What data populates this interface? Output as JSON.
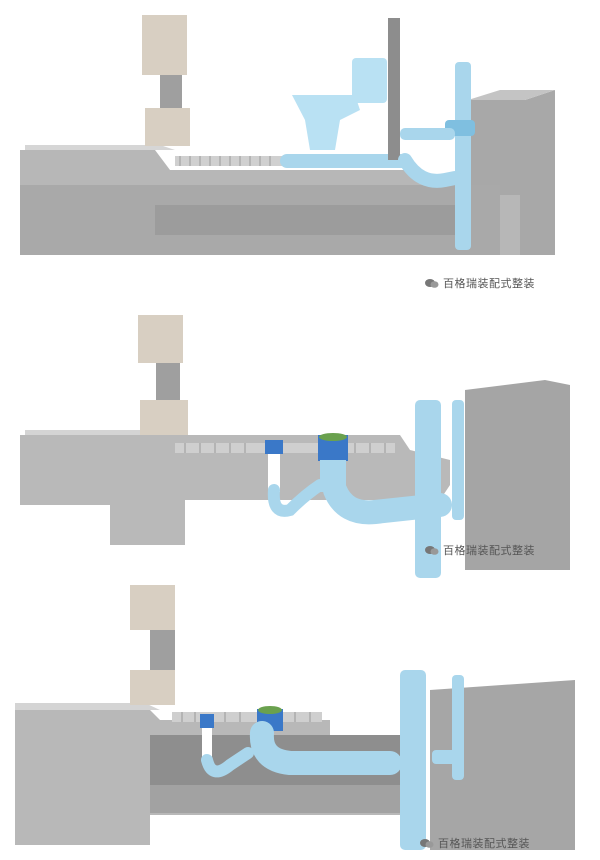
{
  "image_description_labels": {
    "watermark_text": "百格瑞装配式整装",
    "watermark_icon": "wechat-icon"
  },
  "colors": {
    "concrete_light": "#c9c9c9",
    "concrete_mid": "#b5b5b5",
    "concrete_dark": "#9a9a9a",
    "pipe_blue": "#a9d6ec",
    "pipe_blue_dark": "#7fbfe0",
    "column_beige": "#d8cfc2",
    "drain_grate": "#c8c8c8",
    "toilet": "#b9e1f3"
  },
  "panels": [
    {
      "watermark": "百格瑞装配式整装"
    },
    {
      "watermark": "百格瑞装配式整装"
    },
    {
      "watermark": "百格瑞装配式整装"
    }
  ]
}
